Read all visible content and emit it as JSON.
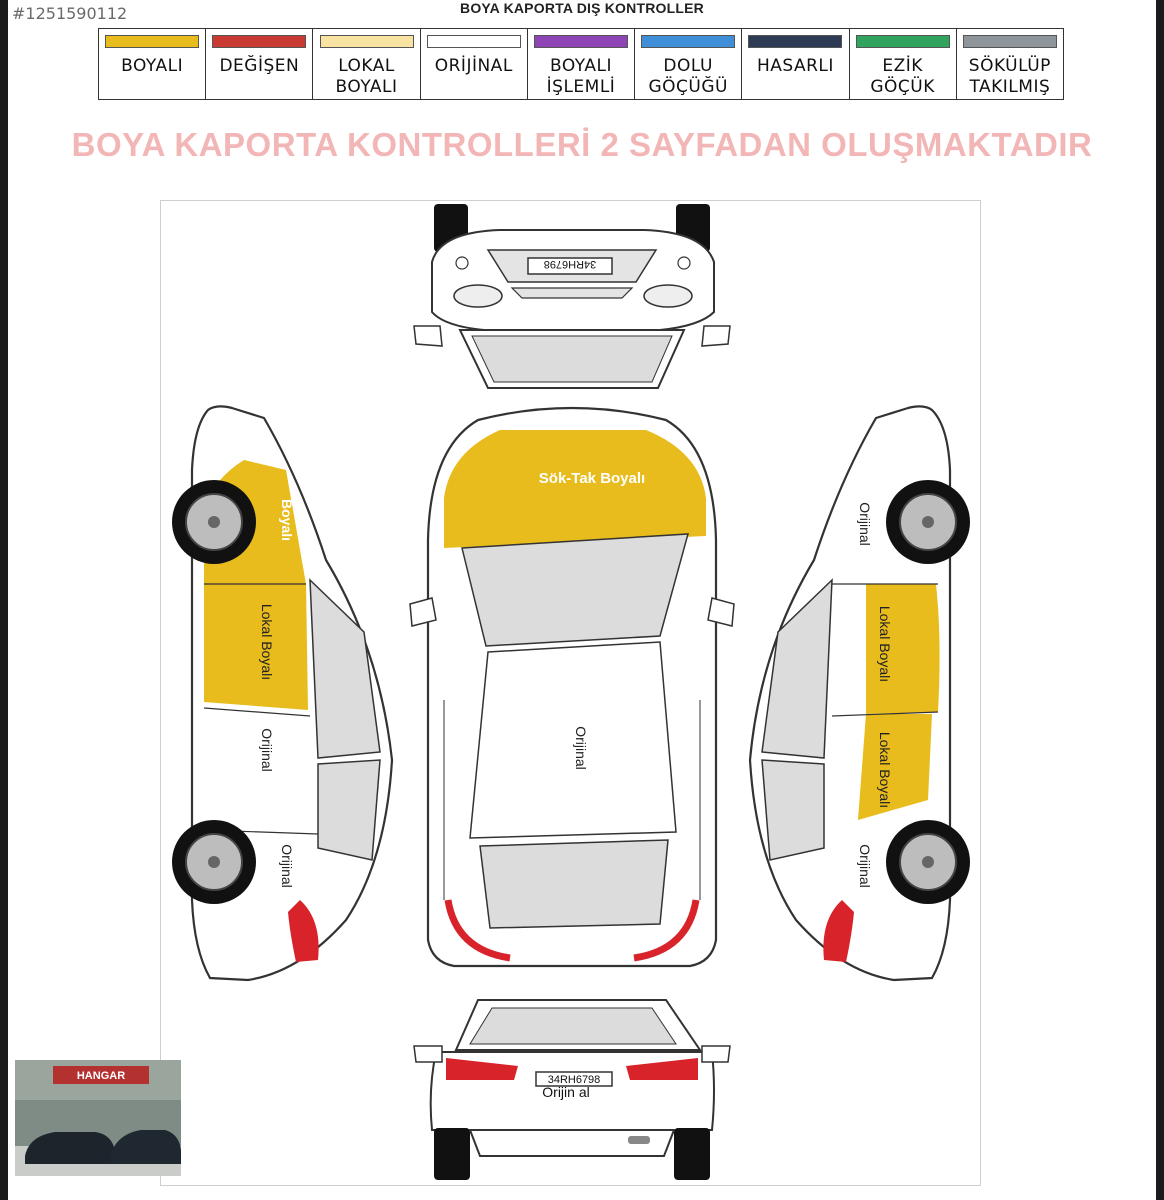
{
  "listing_id": "#1251590112",
  "page_title": "BOYA KAPORTA DIŞ KONTROLLER",
  "legend": [
    {
      "label": "BOYALI",
      "color": "#e8bc1c"
    },
    {
      "label": "DEĞİŞEN",
      "color": "#c93a32"
    },
    {
      "label": "LOKAL\nBOYALI",
      "color": "#f8e3a2"
    },
    {
      "label": "ORİJİNAL",
      "color": "#ffffff"
    },
    {
      "label": "BOYALI\nİŞLEMLİ",
      "color": "#8e44b4"
    },
    {
      "label": "DOLU\nGÖÇÜĞÜ",
      "color": "#3e8ed8"
    },
    {
      "label": "HASARLI",
      "color": "#2d3b57"
    },
    {
      "label": "EZİK\nGÖÇÜK",
      "color": "#30a45c"
    },
    {
      "label": "SÖKÜLÜP\nTAKILMIŞ",
      "color": "#8e959b"
    }
  ],
  "notice": "BOYA KAPORTA KONTROLLERİ 2 SAYFADAN OLUŞMAKTADIR",
  "colors": {
    "painted": "#e8bc1c",
    "tail_light": "#d8232a",
    "tire": "#111111",
    "glass": "#dcdcdc",
    "body": "#ffffff",
    "outline": "#333333"
  },
  "plates": {
    "front": "34RH6798",
    "rear": "34RH6798"
  },
  "panel_labels": {
    "hood": "Sök-Tak Boyalı",
    "roof": "Orijinal",
    "left_front_fender": "Boyalı",
    "left_front_door": "Lokal Boyalı",
    "left_rear_door": "Orijinal",
    "left_rear_fender": "Orijinal",
    "right_front_fender": "Orijinal",
    "right_front_door": "Lokal Boyalı",
    "right_rear_door": "Lokal Boyalı",
    "right_rear_fender": "Orijinal",
    "rear_bumper": "Orijin al"
  },
  "thumbnail": {
    "sign": "HANGAR"
  }
}
